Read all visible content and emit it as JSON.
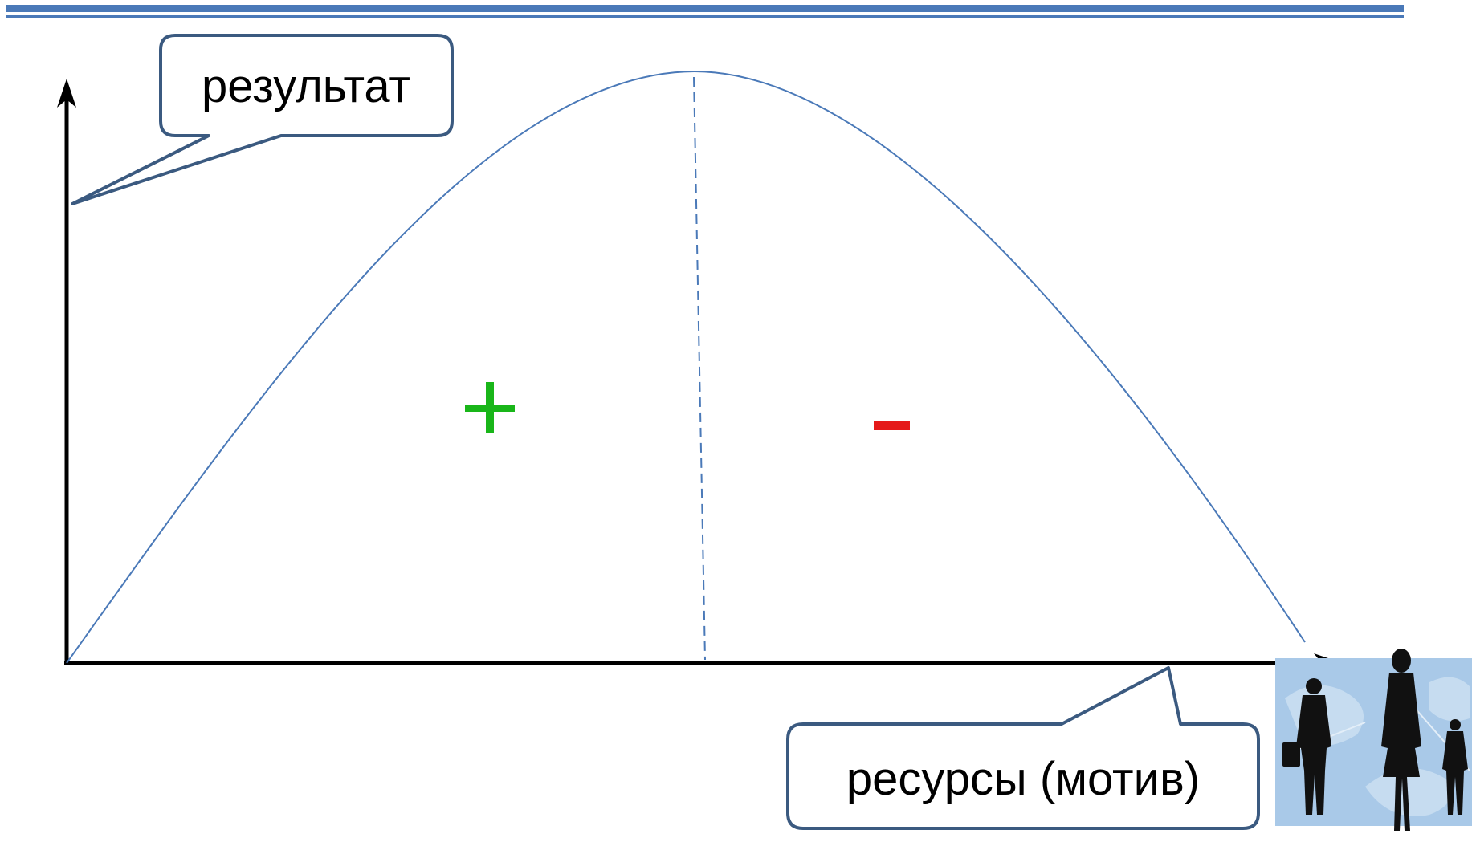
{
  "labels": {
    "y_axis_callout": "результат",
    "x_axis_callout": "ресурсы (мотив)",
    "positive_region_sign": "+",
    "negative_region_sign": "−"
  },
  "colors": {
    "header_bar": "#4a79b8",
    "curve": "#4a79b8",
    "callout_border": "#3b5a80",
    "axis": "#000000",
    "positive_sign": "#19b619",
    "negative_sign": "#e51919",
    "illustration_background": "#a9c9e8",
    "silhouette": "#111111"
  },
  "icons": {
    "people_illustration": "business-people-silhouettes"
  }
}
